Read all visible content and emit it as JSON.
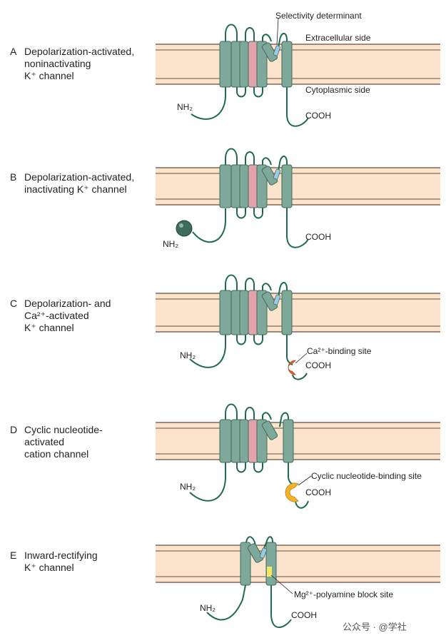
{
  "panels": [
    {
      "letter": "A",
      "title_lines": [
        "Depolarization-activated,",
        "noninactivating",
        "K⁺ channel"
      ],
      "nh2": "NH₂",
      "cooh": "COOH",
      "annotations": [
        "Selectivity determinant",
        "Extracellular side",
        "Cytoplasmic side"
      ]
    },
    {
      "letter": "B",
      "title_lines": [
        "Depolarization-activated,",
        "inactivating K⁺ channel"
      ],
      "nh2": "NH₂",
      "cooh": "COOH"
    },
    {
      "letter": "C",
      "title_lines": [
        "Depolarization- and",
        "Ca²⁺-activated",
        "K⁺ channel"
      ],
      "nh2": "NH₂",
      "cooh": "COOH",
      "site_label": "Ca²⁺-binding site"
    },
    {
      "letter": "D",
      "title_lines": [
        "Cyclic nucleotide-",
        "activated",
        "cation channel"
      ],
      "nh2": "NH₂",
      "cooh": "COOH",
      "site_label": "Cyclic nucleotide-binding site"
    },
    {
      "letter": "E",
      "title_lines": [
        "Inward-rectifying",
        "K⁺ channel"
      ],
      "nh2": "NH₂",
      "cooh": "COOH",
      "site_label": "Mg²⁺-polyamine block site"
    }
  ],
  "watermark": "公众号 · @学社",
  "colors": {
    "membrane": "#fbe3cc",
    "membrane_line": "#6b4c3b",
    "helix": "#7ea89a",
    "helix_dark": "#3f6b5c",
    "s4_helix": "#e2a3ab",
    "chain": "#1e6b50",
    "selectivity": "#9cc9e6",
    "ball": "#3f6b5c",
    "ca_site": "#e8642a",
    "cn_site": "#f3b12c",
    "mg_site": "#f5e663"
  }
}
